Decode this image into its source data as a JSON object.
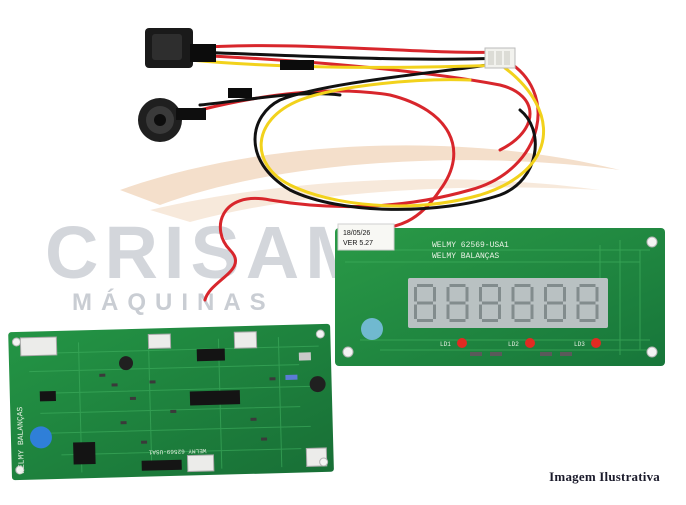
{
  "watermark": {
    "brand": "CRISAM",
    "subtitle": "MÁQUINAS",
    "text_color": "#c9ccd3",
    "swoosh_color": "#f3dcc6"
  },
  "caption": "Imagem Ilustrativa",
  "display_board": {
    "silkscreen_model": "WELMY 62569-USA1",
    "silkscreen_brand": "WELMY BALANÇAS",
    "sticker_date": "18/05/26",
    "sticker_version": "VER 5.27",
    "digit_count": 6,
    "led_labels": [
      "LD1",
      "LD2",
      "LD3"
    ],
    "pcb_color": "#1f8a3d",
    "segment_color": "#9aa3a4"
  },
  "main_board": {
    "silkscreen_brand": "WELMY BALANÇAS",
    "silkscreen_model": "WELMY 62569-USA1",
    "pcb_color": "#1e8b3a",
    "marker_color": "#2f7fd8"
  },
  "wires": {
    "colors": [
      "#d8262c",
      "#111111",
      "#f2d21c"
    ]
  }
}
